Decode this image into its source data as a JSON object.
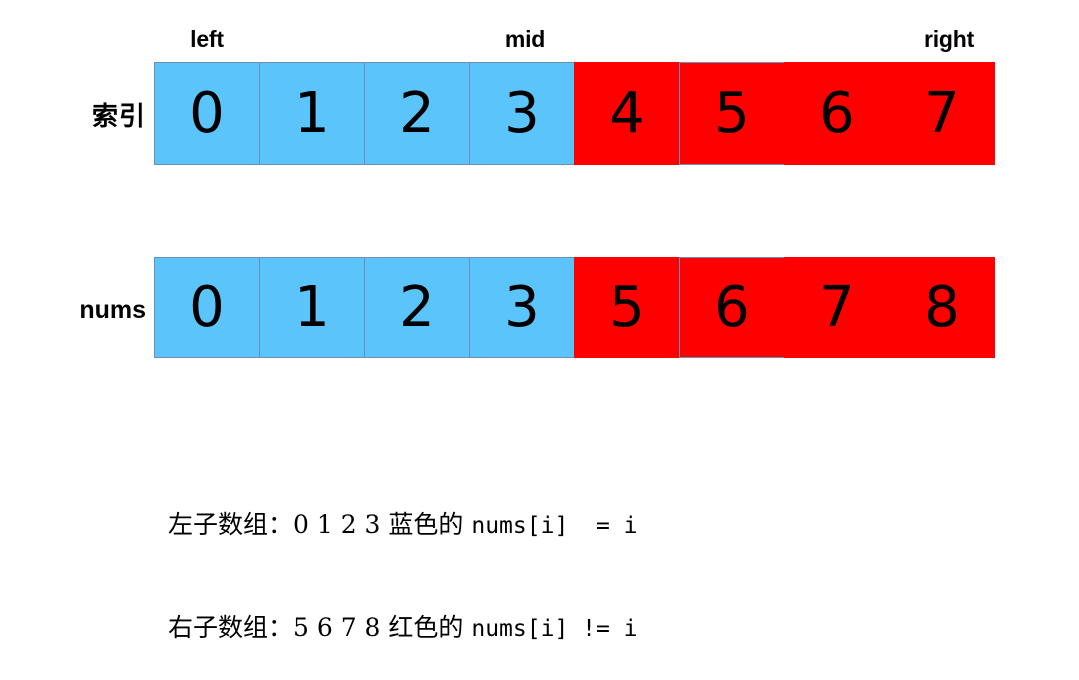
{
  "title": "binary-search-array-diagram",
  "colors": {
    "blue": "#5bc5fb",
    "red": "#ff0000",
    "cell_border": "#6b8fb5",
    "background": "#ffffff",
    "text": "#000000"
  },
  "pointers": [
    {
      "name": "left",
      "label": "left",
      "cell_index": 0
    },
    {
      "name": "mid",
      "label": "mid",
      "cell_index": 3
    },
    {
      "name": "right",
      "label": "right",
      "cell_index": 7
    }
  ],
  "rows": [
    {
      "name": "index-row",
      "label": "索引",
      "label_lang": "cjk",
      "cells": [
        {
          "value": "0",
          "color": "blue",
          "highlight": false
        },
        {
          "value": "1",
          "color": "blue",
          "highlight": false
        },
        {
          "value": "2",
          "color": "blue",
          "highlight": false
        },
        {
          "value": "3",
          "color": "blue",
          "highlight": false
        },
        {
          "value": "4",
          "color": "red",
          "highlight": false
        },
        {
          "value": "5",
          "color": "red",
          "highlight": true
        },
        {
          "value": "6",
          "color": "red",
          "highlight": false
        },
        {
          "value": "7",
          "color": "red",
          "highlight": false
        }
      ]
    },
    {
      "name": "nums-row",
      "label": "nums",
      "label_lang": "latin",
      "cells": [
        {
          "value": "0",
          "color": "blue",
          "highlight": false
        },
        {
          "value": "1",
          "color": "blue",
          "highlight": false
        },
        {
          "value": "2",
          "color": "blue",
          "highlight": false
        },
        {
          "value": "3",
          "color": "blue",
          "highlight": false
        },
        {
          "value": "5",
          "color": "red",
          "highlight": false
        },
        {
          "value": "6",
          "color": "red",
          "highlight": true
        },
        {
          "value": "7",
          "color": "red",
          "highlight": false
        },
        {
          "value": "8",
          "color": "red",
          "highlight": false
        }
      ]
    }
  ],
  "legend": {
    "line1_prefix": "左子数组：0 1 2 3 蓝色的 ",
    "line1_code": "nums[i]  = i",
    "line2_prefix": "右子数组：5 6 7 8 红色的 ",
    "line2_code": "nums[i] != i"
  }
}
